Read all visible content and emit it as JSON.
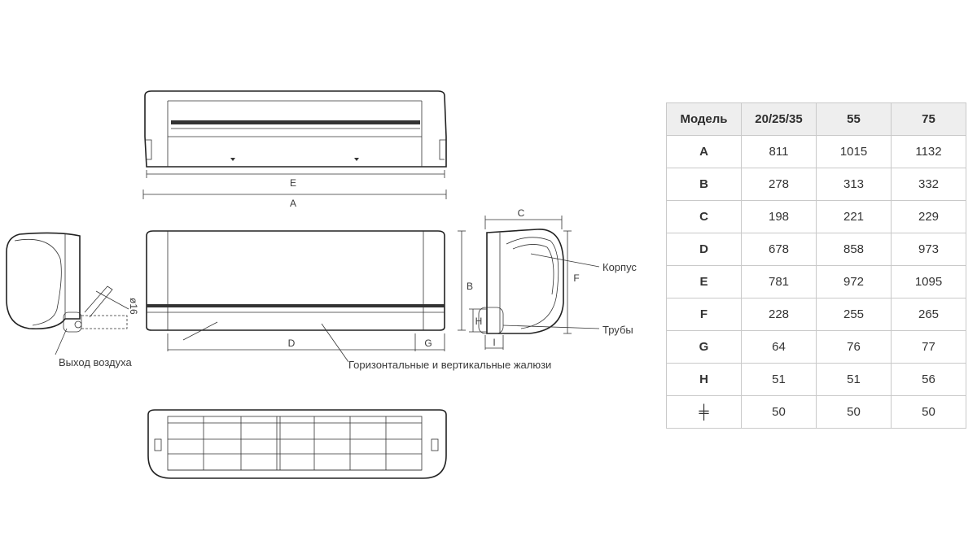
{
  "labels": {
    "korpus": "Корпус",
    "truby": "Трубы",
    "vykhod": "Выход воздуха",
    "zhaluzi": "Горизонтальные и вертикальные жалюзи",
    "diameter": "ø16"
  },
  "dimension_letters": {
    "A": "A",
    "B": "B",
    "C": "C",
    "D": "D",
    "E": "E",
    "F": "F",
    "G": "G",
    "H": "H",
    "I": "I"
  },
  "table": {
    "header": [
      "Модель",
      "20/25/35",
      "55",
      "75"
    ],
    "rows": [
      {
        "key": "A",
        "values": [
          "811",
          "1015",
          "1132"
        ]
      },
      {
        "key": "B",
        "values": [
          "278",
          "313",
          "332"
        ]
      },
      {
        "key": "C",
        "values": [
          "198",
          "221",
          "229"
        ]
      },
      {
        "key": "D",
        "values": [
          "678",
          "858",
          "973"
        ]
      },
      {
        "key": "E",
        "values": [
          "781",
          "972",
          "1095"
        ]
      },
      {
        "key": "F",
        "values": [
          "228",
          "255",
          "265"
        ]
      },
      {
        "key": "G",
        "values": [
          "64",
          "76",
          "77"
        ]
      },
      {
        "key": "H",
        "values": [
          "51",
          "51",
          "56"
        ]
      },
      {
        "key": "╪",
        "values": [
          "50",
          "50",
          "50"
        ]
      }
    ]
  },
  "colors": {
    "line": "#222222",
    "table_border": "#c9c9c9",
    "table_header_bg": "#eeeeee",
    "text": "#3a3a3a"
  }
}
